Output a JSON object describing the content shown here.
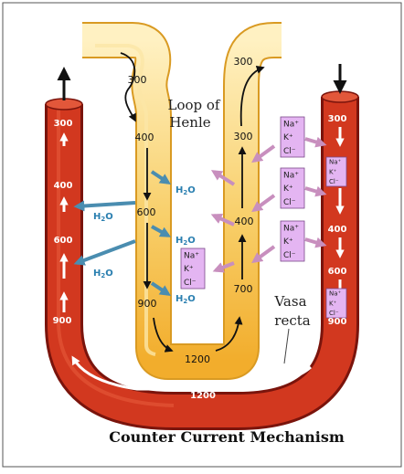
{
  "title": "Counter Current Mechanism",
  "labels": {
    "loop": [
      "Loop of",
      "Henle"
    ],
    "vasa": [
      "Vasa",
      "recta"
    ]
  },
  "loop_values": {
    "desc_top": "300",
    "desc": [
      "400",
      "600",
      "900"
    ],
    "bottom": "1200",
    "asc": [
      "700",
      "400",
      "300"
    ],
    "asc_top": "300"
  },
  "vasa_values": {
    "left": [
      "300",
      "400",
      "600",
      "900"
    ],
    "right": [
      "300",
      "400",
      "600",
      "900"
    ],
    "bottom": "1200"
  },
  "water": {
    "h": "H",
    "sub": "2",
    "o": "O"
  },
  "ions": [
    "Na⁺",
    "K⁺",
    "Cl⁻"
  ],
  "colors": {
    "vessel": "#d2381f",
    "vessel_dark": "#7a140c",
    "loop_top": "#fff1c2",
    "loop_bottom": "#f2ad2c",
    "loop_edge": "#d99a22",
    "water_arrow": "#4a8db0",
    "water_text": "#2a7fb0",
    "ion_box": "#e4b5f2",
    "ion_arrow": "#c88fbe",
    "ion_border": "#7a4a8a"
  }
}
